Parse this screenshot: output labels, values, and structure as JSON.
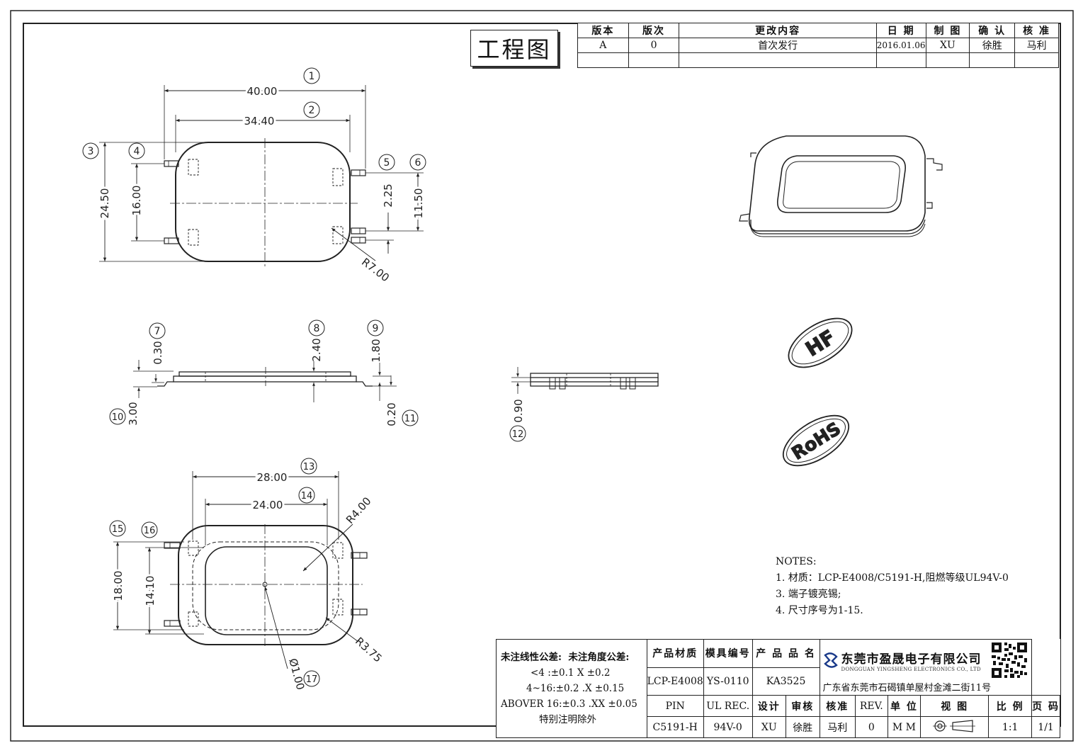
{
  "drawing_title": "工程图",
  "revision_table": {
    "headers": [
      "版本",
      "版次",
      "更改内容",
      "日 期",
      "制 图",
      "确 认",
      "核 准"
    ],
    "rows": [
      [
        "A",
        "0",
        "首次发行",
        "2016.01.06",
        "XU",
        "徐胜",
        "马利"
      ],
      [
        "",
        "",
        "",
        "",
        "",
        "",
        ""
      ]
    ]
  },
  "top_view": {
    "dims": {
      "d1": "40.00",
      "d2": "34.40",
      "d3": "24.50",
      "d4": "16.00",
      "d5": "2.25",
      "d6": "11.50",
      "radius": "R7.00"
    },
    "balloons": [
      "1",
      "2",
      "3",
      "4",
      "5",
      "6"
    ]
  },
  "side_view": {
    "dims": {
      "d7": "0.30",
      "d8": "2.40",
      "d9": "1.80",
      "d10": "3.00",
      "d11": "0.20",
      "d12": "0.90"
    },
    "balloons": [
      "7",
      "8",
      "9",
      "10",
      "11",
      "12"
    ]
  },
  "bottom_view": {
    "dims": {
      "d13": "28.00",
      "d14": "24.00",
      "d15": "18.00",
      "d16": "14.10",
      "r1": "R4.00",
      "r2": "R3.75",
      "d17": "Ø1.00"
    },
    "balloons": [
      "13",
      "14",
      "15",
      "16",
      "17"
    ]
  },
  "stamps": {
    "hf": "HF",
    "rohs": "RoHS"
  },
  "notes": {
    "title": "NOTES:",
    "items": [
      "1. 材质：LCP-E4008/C5191-H,阻燃等级UL94V-0",
      "3. 端子镀亮锡;",
      "4. 尺寸序号为1-15."
    ]
  },
  "title_block": {
    "tolerance": {
      "linear_label": "未注线性公差:",
      "angle_label": "未注角度公差:",
      "line1": "<4 :±0.1   X ±0.2",
      "line2": "4~16:±0.2   .X ±0.15",
      "line3": "ABOVER 16:±0.3   .XX ±0.05",
      "line4": "特别注明除外"
    },
    "labels": {
      "material": "产品材质",
      "mold": "模具编号",
      "product_name": "产 品 品 名",
      "pin": "PIN",
      "ul": "UL REC.",
      "design": "设计",
      "review": "审核",
      "approve": "核准",
      "rev": "REV.",
      "unit": "单 位",
      "view": "视 图",
      "scale": "比 例",
      "page": "页 码"
    },
    "values": {
      "material": "LCP-E4008",
      "mold": "YS-0110",
      "product_name": "KA3525",
      "pin": "C5191-H",
      "ul": "94V-0",
      "design": "XU",
      "review": "徐胜",
      "approve": "马利",
      "rev": "0",
      "unit": "M M",
      "scale": "1:1",
      "page": "1/1"
    },
    "company": {
      "name_cn": "东莞市盈晟电子有限公司",
      "name_en": "DONGGUAN YINGSHENG ELECTRONICS CO., LTD",
      "address": "广东省东莞市石碣镇单屋村金滩二街11号"
    }
  }
}
